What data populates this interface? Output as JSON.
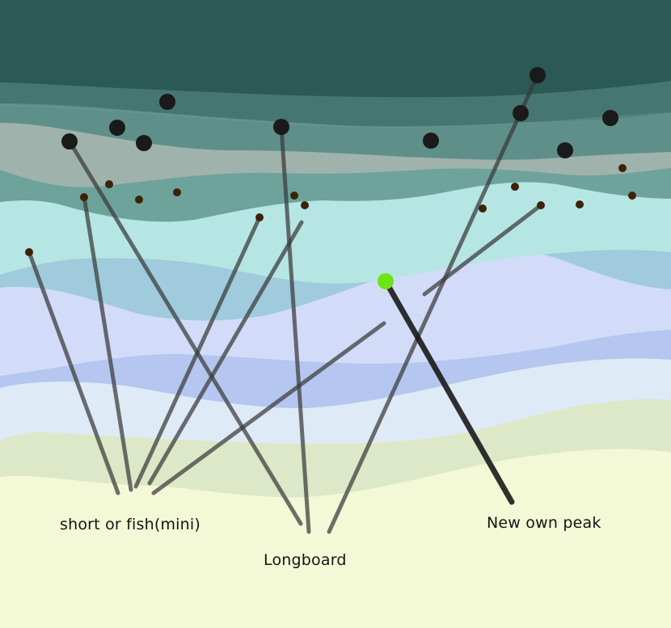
{
  "labels": {
    "short_or_fish": "short or fish(mini)",
    "longboard": "Longboard",
    "new_own_peak": "New own peak"
  },
  "colors": {
    "deep_water": "#2b5953",
    "teal_band": "#5f8f89",
    "grey_teal_band": "#9fb3ac",
    "mid_teal_band": "#6ea39c",
    "light_aqua": "#b6e6e3",
    "blue_band": "#9fcbdc",
    "lavender": "#d2dcf8",
    "periwinkle": "#b5c7f0",
    "pale_blue": "#deebf6",
    "pale_green": "#dde8c8",
    "sand": "#f3f9d6",
    "path_line": "#3a3a3a",
    "highlight_path": "#161616",
    "highlight_dot": "#6fe316",
    "surfer_dot_large": "#1a1a1a",
    "surfer_dot_small": "#3d2208"
  }
}
